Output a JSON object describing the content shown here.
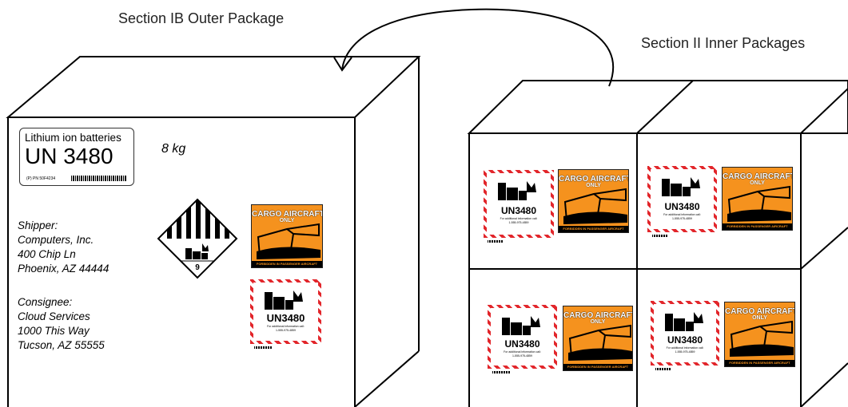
{
  "captions": {
    "outer": "Section  IB  Outer Package",
    "inner": "Section II Inner Packages"
  },
  "outer_package": {
    "un_label": {
      "title": "Lithium ion batteries",
      "number": "UN 3480",
      "part_no": "(P) PN 50F4234"
    },
    "weight": "8 kg",
    "shipper": [
      "Shipper:",
      "Computers, Inc.",
      "400 Chip Ln",
      "Phoenix, AZ 44444"
    ],
    "consignee": [
      "Consignee:",
      "Cloud Services",
      "1000 This Way",
      "Tucson, AZ 55555"
    ],
    "class_label": "9"
  },
  "cargo_label": {
    "line1": "CARGO AIRCRAFT",
    "line2": "ONLY",
    "footer": "FORBIDDEN IN PASSENGER AIRCRAFT"
  },
  "battery_mark": {
    "un": "UN3480",
    "info_line1": "For additional information call:",
    "info_line2": "1-555-975-4859"
  },
  "colors": {
    "cargo_orange": "#f5921e",
    "hatch_red": "#e2262b",
    "line": "#000000"
  }
}
